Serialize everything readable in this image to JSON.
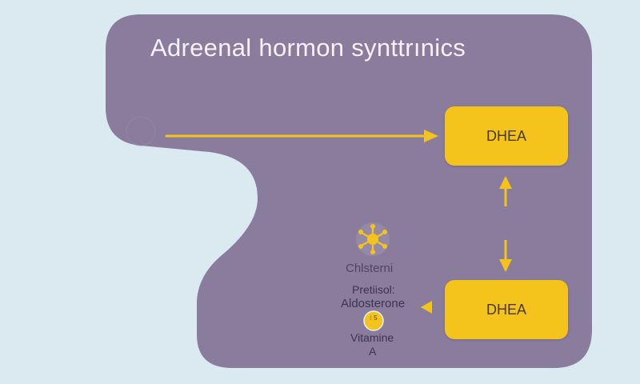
{
  "title": "Adreenal hormon synttrınics",
  "nodes": {
    "top_box": "DHEA",
    "bottom_box": "DHEA",
    "cholesterol_label": "Chlsterni",
    "pregnenolone_label": "Pretiisol:",
    "aldosterone_label": "Aldosterone",
    "vitamin_label": "Vitamine",
    "vitamin_suffix": "A",
    "badge_text": "⁝ 5"
  },
  "colors": {
    "background": "#dbe9f1",
    "panel": "#8a7c9c",
    "accent": "#f4c31c",
    "title_text": "#f4f1f8"
  },
  "icons": {
    "molecule": "cholesterol-molecule-icon",
    "badge": "vitamin-badge-icon"
  }
}
